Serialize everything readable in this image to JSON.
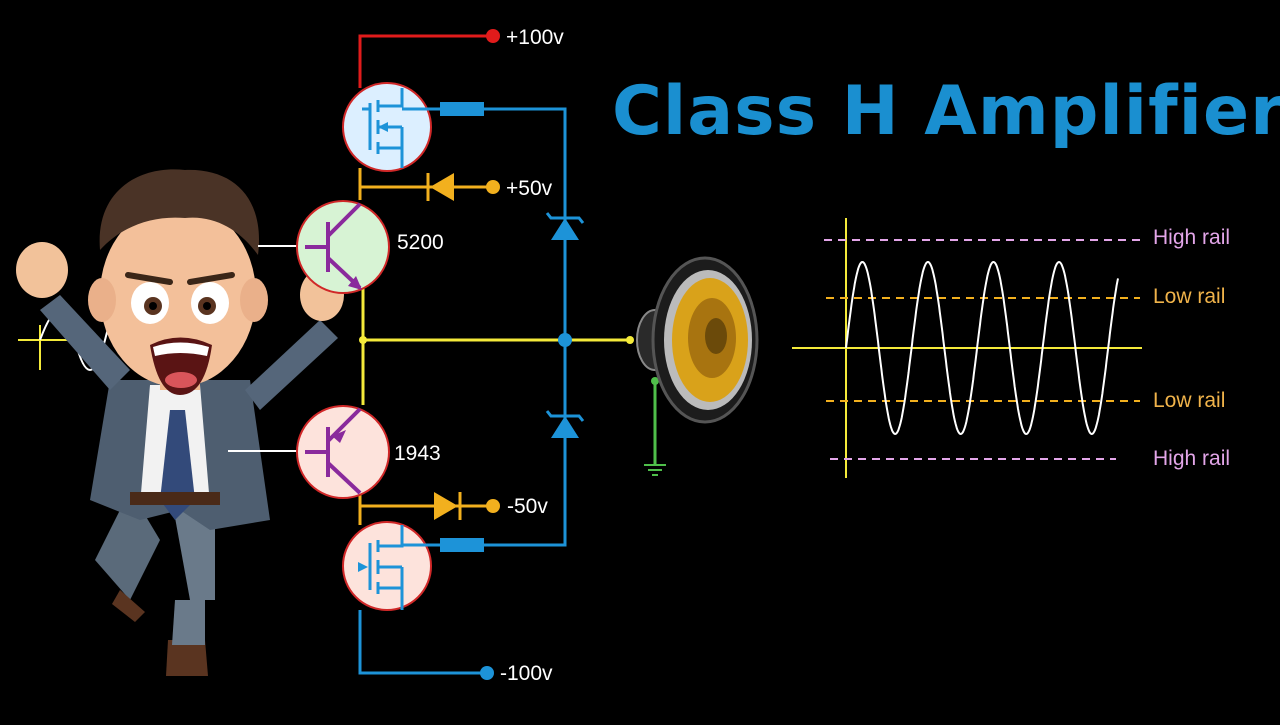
{
  "title": "Class H Amplifier",
  "labels": {
    "v_pos_high": "+100v",
    "v_pos_low": "+50v",
    "v_neg_low": "-50v",
    "v_neg_high": "-100v",
    "npn_part": "5200",
    "pnp_part": "1943"
  },
  "waveform": {
    "rail_labels": [
      "High rail",
      "Low rail",
      "Low rail",
      "High rail"
    ]
  },
  "colors": {
    "high_rail": "#e11b1b",
    "low_rail": "#f2b01e",
    "gate_drive": "#1d93d8",
    "output_node": "#f4ea3a",
    "ground": "#4fbf4a",
    "bjt": "#8a2a9c",
    "title": "#1a8fd0",
    "high_rail_label": "#e3a6e9",
    "low_rail_label": "#f0b34a"
  }
}
